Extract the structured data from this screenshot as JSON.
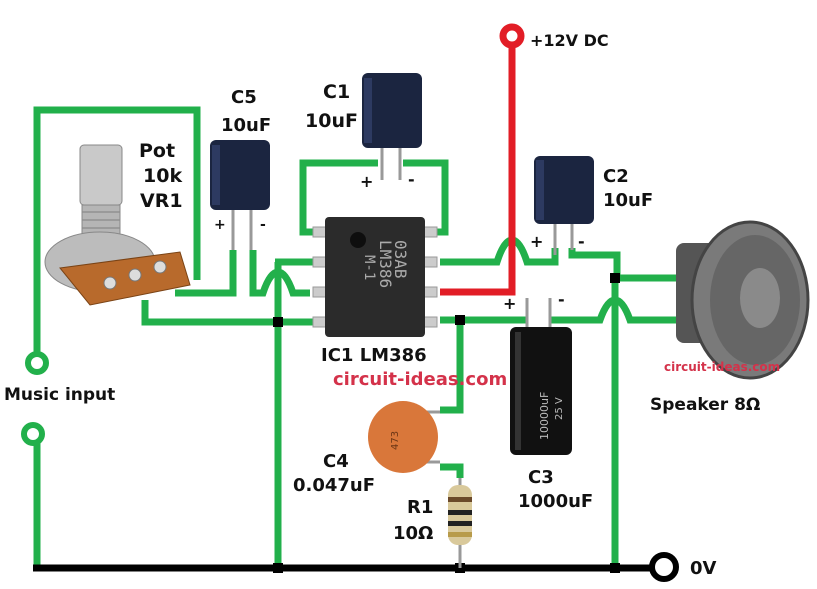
{
  "title": "LM386 Audio Amplifier Circuit",
  "colors": {
    "signal_wire": "#22b04b",
    "supply_wire": "#e21d26",
    "ground_wire": "#000000",
    "junction": "#000000",
    "watermark": "#d4324a",
    "cap_body": "#1b2540",
    "ceramic_cap": "#d9773a"
  },
  "supply": {
    "label": "+12V DC"
  },
  "ground": {
    "label": "0V"
  },
  "input": {
    "label": "Music input"
  },
  "components": {
    "pot": {
      "name": "Pot",
      "value": "10k",
      "ref": "VR1"
    },
    "c5": {
      "ref": "C5",
      "value": "10uF",
      "plus": "+",
      "minus": "-"
    },
    "c1": {
      "ref": "C1",
      "value": "10uF",
      "plus": "+",
      "minus": "-"
    },
    "c2": {
      "ref": "C2",
      "value": "10uF",
      "plus": "+",
      "minus": "-"
    },
    "c3": {
      "ref": "C3",
      "value": "1000uF",
      "plus": "+",
      "minus": "-",
      "body_text_1": "10000uF",
      "body_text_2": "25 V"
    },
    "c4": {
      "ref": "C4",
      "value": "0.047uF",
      "code": "473"
    },
    "r1": {
      "ref": "R1",
      "value": "10Ω"
    },
    "ic1": {
      "label": "IC1 LM386",
      "marking_1": "03AB",
      "marking_2": "LM386",
      "marking_3": "M-1"
    },
    "speaker": {
      "label": "Speaker 8Ω"
    }
  },
  "watermarks": {
    "main": "circuit-ideas.com",
    "speaker": "circuit-ideas.com"
  }
}
